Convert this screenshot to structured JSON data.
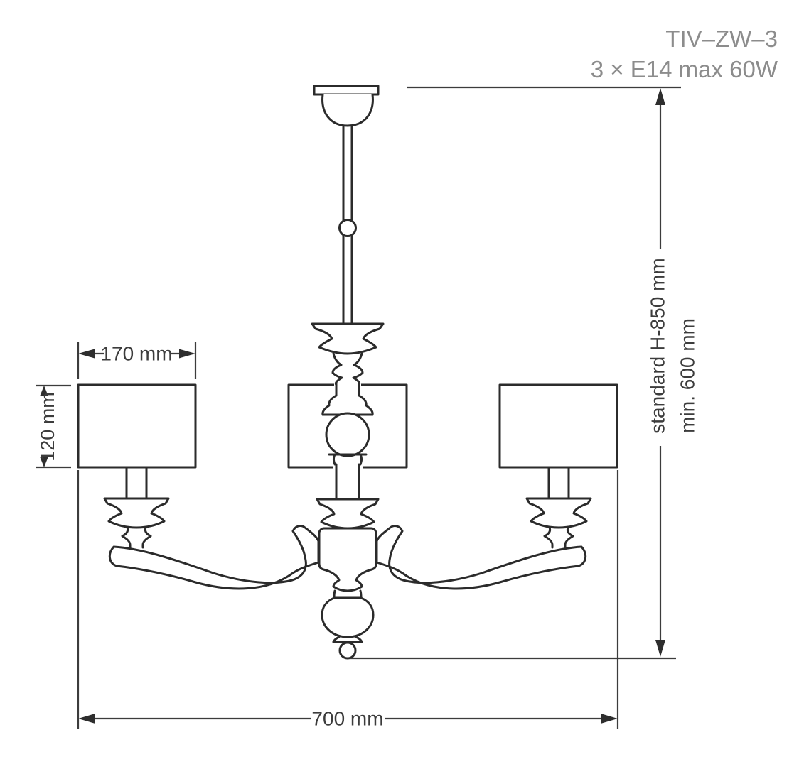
{
  "product": {
    "model": "TIV–ZW–3",
    "spec": "3 × E14 max 60W"
  },
  "dimensions": {
    "shade_width": "170 mm",
    "shade_height": "120 mm",
    "overall_width": "700 mm",
    "suspension_standard": "standard H-850 mm",
    "suspension_min": "min. 600 mm"
  },
  "colors": {
    "drawing_line": "#2b2b2b",
    "dimension_line": "#3c3c3c",
    "label_text": "#3c3c3c",
    "model_text": "#8c8c8c",
    "background": "#ffffff"
  }
}
